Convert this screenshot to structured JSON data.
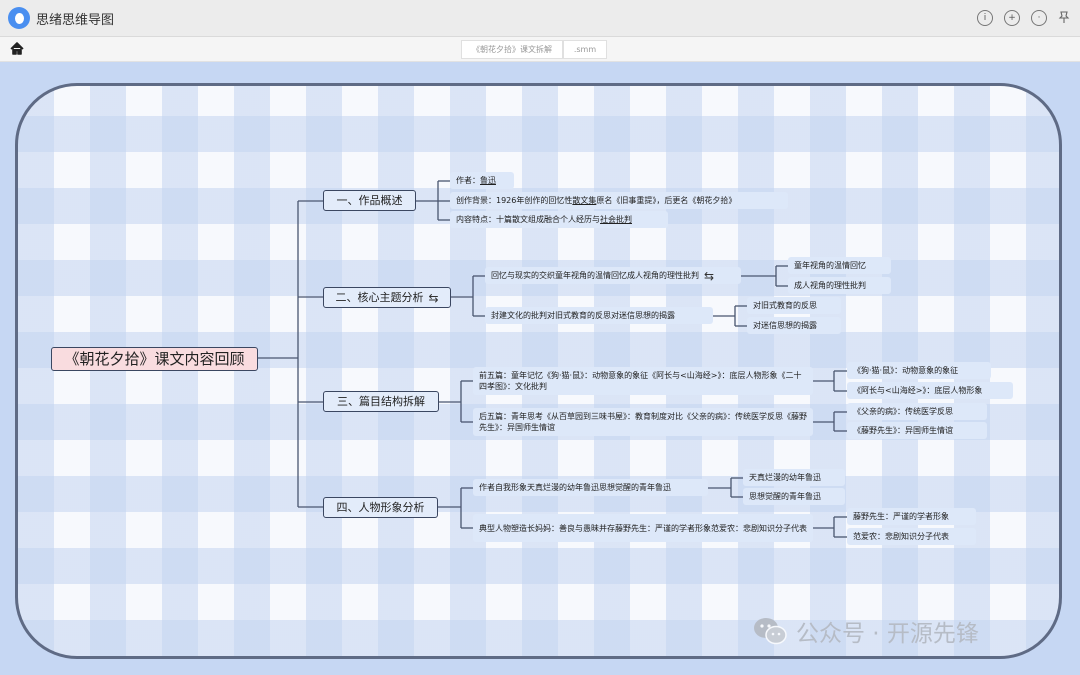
{
  "app": {
    "title": "思绪思维导图"
  },
  "toolbar": {
    "tabs": [
      "《朝花夕拾》课文拆解",
      ".smm"
    ]
  },
  "mindmap": {
    "root": "《朝花夕拾》课文内容回顾",
    "b1": {
      "label": "一、作品概述",
      "author_prefix": "作者：",
      "author_name": "鲁迅",
      "bg_a": "创作背景：1926年创作的回忆性",
      "bg_u": "散文集",
      "bg_b": "原名《旧事重提》，后更名《朝花夕拾》",
      "feat_a": "内容特点：十篇散文组成融合个人经历与",
      "feat_u": "社会批判"
    },
    "b2": {
      "label": "二、核心主题分析",
      "n1": "回忆与现实的交织童年视角的温情回忆成人视角的理性批判",
      "n1a": "童年视角的温情回忆",
      "n1b": "成人视角的理性批判",
      "n2": "封建文化的批判对旧式教育的反思对迷信思想的揭露",
      "n2a": "对旧式教育的反思",
      "n2b": "对迷信思想的揭露"
    },
    "b3": {
      "label": "三、篇目结构拆解",
      "n1": "前五篇：童年记忆《狗·猫·鼠》：动物意象的象征《阿长与<山海经>》：底层人物形象《二十四孝图》：文化批判",
      "n1a": "《狗·猫·鼠》：动物意象的象征",
      "n1b": "《阿长与<山海经>》：底层人物形象",
      "n2": "后五篇：青年思考《从百草园到三味书屋》：教育制度对比《父亲的病》：传统医学反思《藤野先生》：异国师生情谊",
      "n2a": "《父亲的病》：传统医学反思",
      "n2b": "《藤野先生》：异国师生情谊"
    },
    "b4": {
      "label": "四、人物形象分析",
      "n1": "作者自我形象天真烂漫的幼年鲁迅思想觉醒的青年鲁迅",
      "n1a": "天真烂漫的幼年鲁迅",
      "n1b": "思想觉醒的青年鲁迅",
      "n2": "典型人物塑造长妈妈：善良与愚昧并存藤野先生：严谨的学者形象范爱农：悲剧知识分子代表",
      "n2a": "藤野先生：严谨的学者形象",
      "n2b": "范爱农：悲剧知识分子代表"
    }
  },
  "watermark": {
    "text": "公众号 · 开源先锋"
  },
  "colors": {
    "connector": "#4a5670",
    "node_fill": "#dde8f9",
    "root_fill": "#f9dcdf",
    "frame": "#5f6b85"
  }
}
